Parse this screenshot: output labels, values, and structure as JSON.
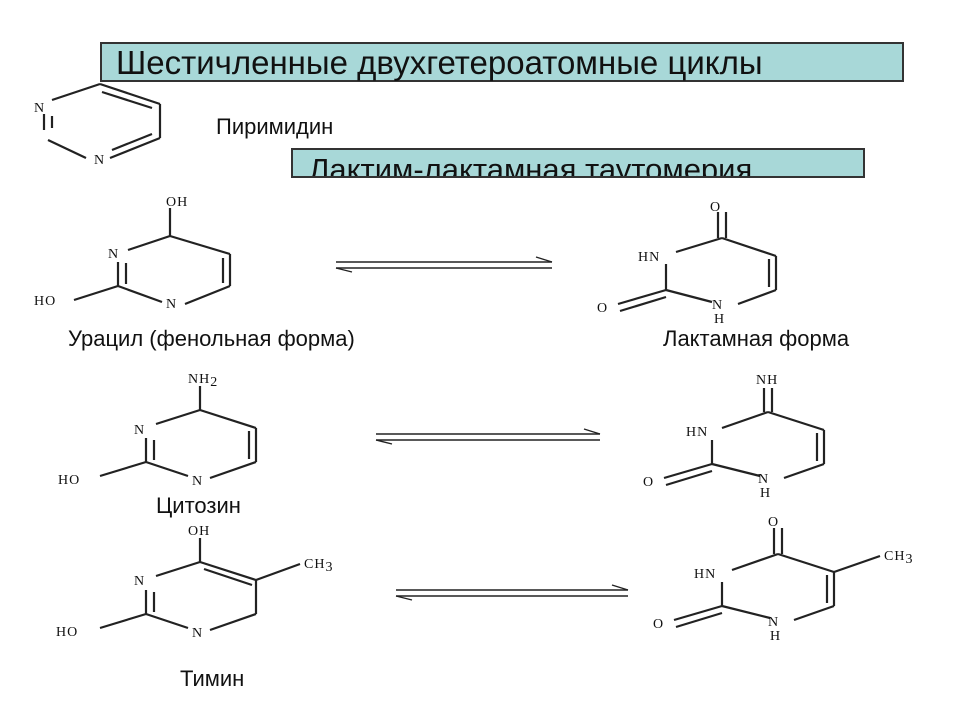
{
  "titles": {
    "main": "Шестичленные двухгетероатомные циклы",
    "tautomerism": "Лактим-лактамная таутомерия"
  },
  "captions": {
    "pyrimidine": "Пиримидин",
    "uracil": "Урацил (фенольная форма)",
    "lactam": "Лактамная форма",
    "cytosine": "Цитозин",
    "thymine": "Тимин"
  },
  "atoms": {
    "n": "N",
    "oh": "OH",
    "ho": "HO",
    "o": "O",
    "hn": "HN",
    "h": "H",
    "nh": "NH",
    "nh2_main": "NH",
    "nh2_sub": "2",
    "ch3_main": "CH",
    "ch3_sub": "3"
  }
}
